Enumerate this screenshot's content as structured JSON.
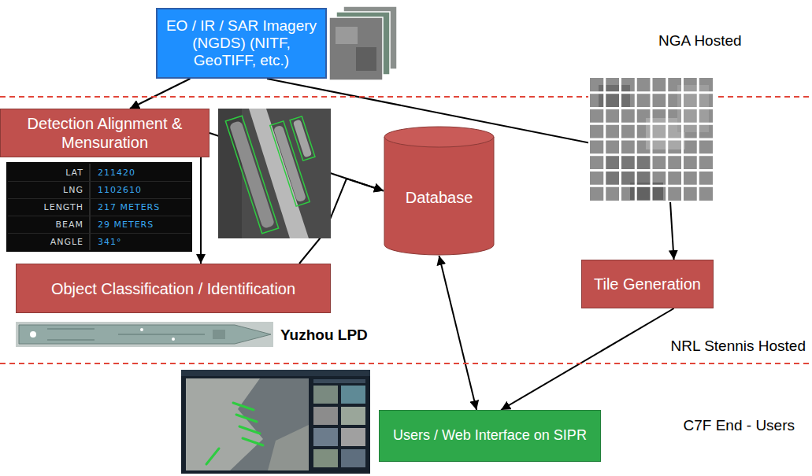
{
  "diagram": {
    "nodes": [
      {
        "text": [
          "EO / IR / SAR Imagery (NGDS) (NITF, GeoTIFF, etc.)"
        ]
      },
      {
        "text": [
          "Detection Alignment & Mensuration"
        ]
      },
      {
        "text": [
          "Database"
        ]
      },
      {
        "text": [
          "Object Classification / Identification"
        ]
      },
      {
        "text": [
          "Tile Generation"
        ]
      },
      {
        "text": [
          "Users / Web Interface on SIPR"
        ]
      }
    ],
    "edges": [
      {
        "from": 0,
        "to": 1,
        "arrow": "to"
      },
      {
        "from": 0,
        "to": 4,
        "arrow": "to"
      },
      {
        "from": 1,
        "to": 3,
        "arrow": "to"
      },
      {
        "from": 1,
        "to": 2,
        "arrow": "to"
      },
      {
        "from": 3,
        "to": 2,
        "arrow": "to"
      },
      {
        "from": 2,
        "to": 5,
        "arrow": "both"
      },
      {
        "from": 4,
        "to": 5,
        "arrow": "to"
      }
    ],
    "labels": [
      "NGA Hosted",
      "LAT",
      "211420",
      "LNG",
      "1102610",
      "LENGTH",
      "217 METERS",
      "BEAM",
      "29 METERS",
      "ANGLE",
      "341°",
      "Yuzhou LPD",
      "NRL Stennis Hosted",
      "C7F End - Users"
    ]
  }
}
